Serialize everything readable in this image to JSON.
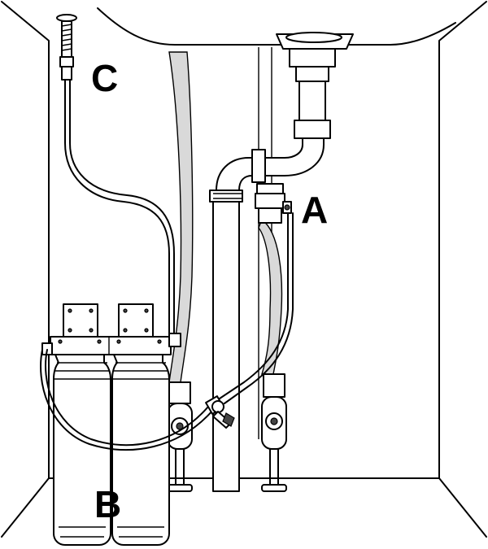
{
  "labels": {
    "a": "A",
    "b": "B",
    "c": "C"
  },
  "colors": {
    "line": "#000000",
    "background": "#ffffff",
    "drain_hose": "#d9d9d9"
  }
}
